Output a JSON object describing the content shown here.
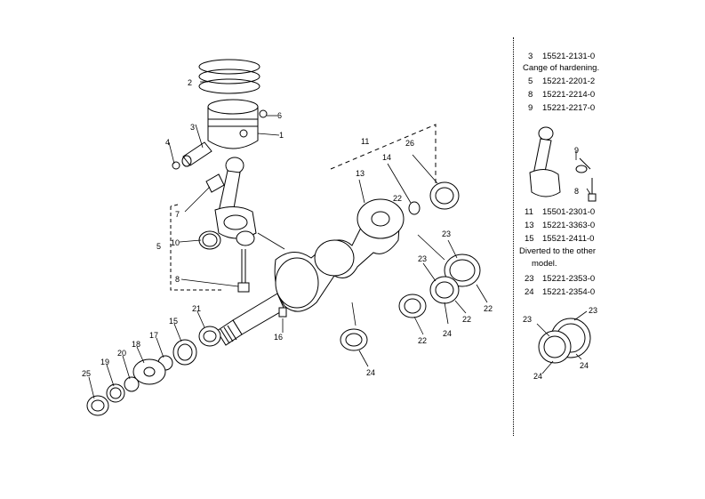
{
  "diagram": {
    "callouts": [
      "1",
      "2",
      "3",
      "4",
      "4",
      "5",
      "10",
      "7",
      "8",
      "11",
      "13",
      "14",
      "26",
      "23",
      "23",
      "22",
      "22",
      "24",
      "24",
      "22",
      "22",
      "16",
      "15",
      "21",
      "17",
      "18",
      "20",
      "19",
      "25",
      "6",
      "9",
      "8",
      "23",
      "24",
      "24",
      "23"
    ]
  },
  "notes": [
    {
      "num": "3",
      "part": "15521-2131-0"
    },
    {
      "num": "",
      "part": "Cange of hardening."
    },
    {
      "num": "5",
      "part": "15221-2201-2"
    },
    {
      "num": "8",
      "part": "15221-2214-0"
    },
    {
      "num": "9",
      "part": "15221-2217-0"
    },
    {
      "num": "11",
      "part": "15501-2301-0"
    },
    {
      "num": "13",
      "part": "15221-3363-0"
    },
    {
      "num": "15",
      "part": "15521-2411-0"
    },
    {
      "num": "",
      "part": "Diverted to the other"
    },
    {
      "num": "",
      "part": "model."
    },
    {
      "num": "23",
      "part": "15221-2353-0"
    },
    {
      "num": "24",
      "part": "15221-2354-0"
    }
  ]
}
